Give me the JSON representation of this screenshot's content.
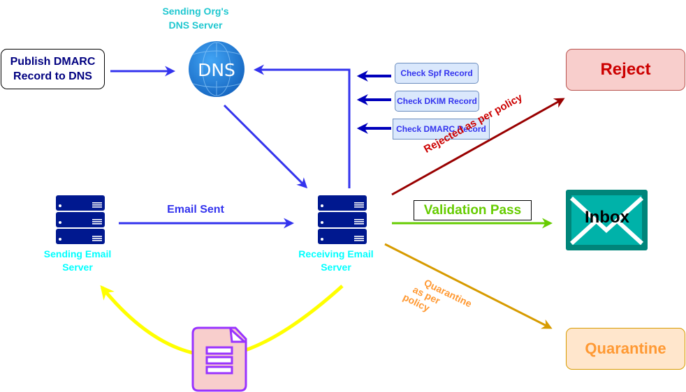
{
  "diagram": {
    "title": "DMARC Email Validation Flow",
    "nodes": {
      "publish": {
        "label_line1": "Publish DMARC",
        "label_line2": "Record to DNS"
      },
      "dns_server": {
        "title_line1": "Sending Org's",
        "title_line2": "DNS Server",
        "icon_text": "DNS"
      },
      "sending_server": {
        "label_line1": "Sending Email",
        "label_line2": "Server"
      },
      "receiving_server": {
        "label_line1": "Receiving Email",
        "label_line2": "Server"
      },
      "checks": [
        {
          "label": "Check Spf Record"
        },
        {
          "label": "Check DKIM Record"
        },
        {
          "label": "Check DMARC Record"
        }
      ],
      "reject": {
        "label": "Reject"
      },
      "inbox": {
        "label": "Inbox"
      },
      "quarantine": {
        "label": "Quarantine"
      },
      "report": {
        "icon": "document-icon"
      }
    },
    "edges": {
      "email_sent": "Email Sent",
      "rejected": "Rejected as per policy",
      "validation_pass": "Validation Pass",
      "quarantine_line1": "Quarantine",
      "quarantine_line2": "as per",
      "quarantine_line3": "policy"
    },
    "colors": {
      "flow_blue": "#3333ee",
      "check_arrow": "#0000bb",
      "reject_arrow": "#990000",
      "pass_arrow": "#66cc00",
      "quarantine_arrow": "#d79b00",
      "feedback_arrow": "#ffff00",
      "server_fill": "#00188f",
      "dns_fill": "#1e88e5",
      "inbox_outer": "#00857a",
      "inbox_inner": "#00b2a9",
      "doc_stroke": "#9933ff",
      "doc_fill": "#f8cecc",
      "server_label": "#00ffff",
      "dns_title": "#1fc7d0"
    }
  }
}
